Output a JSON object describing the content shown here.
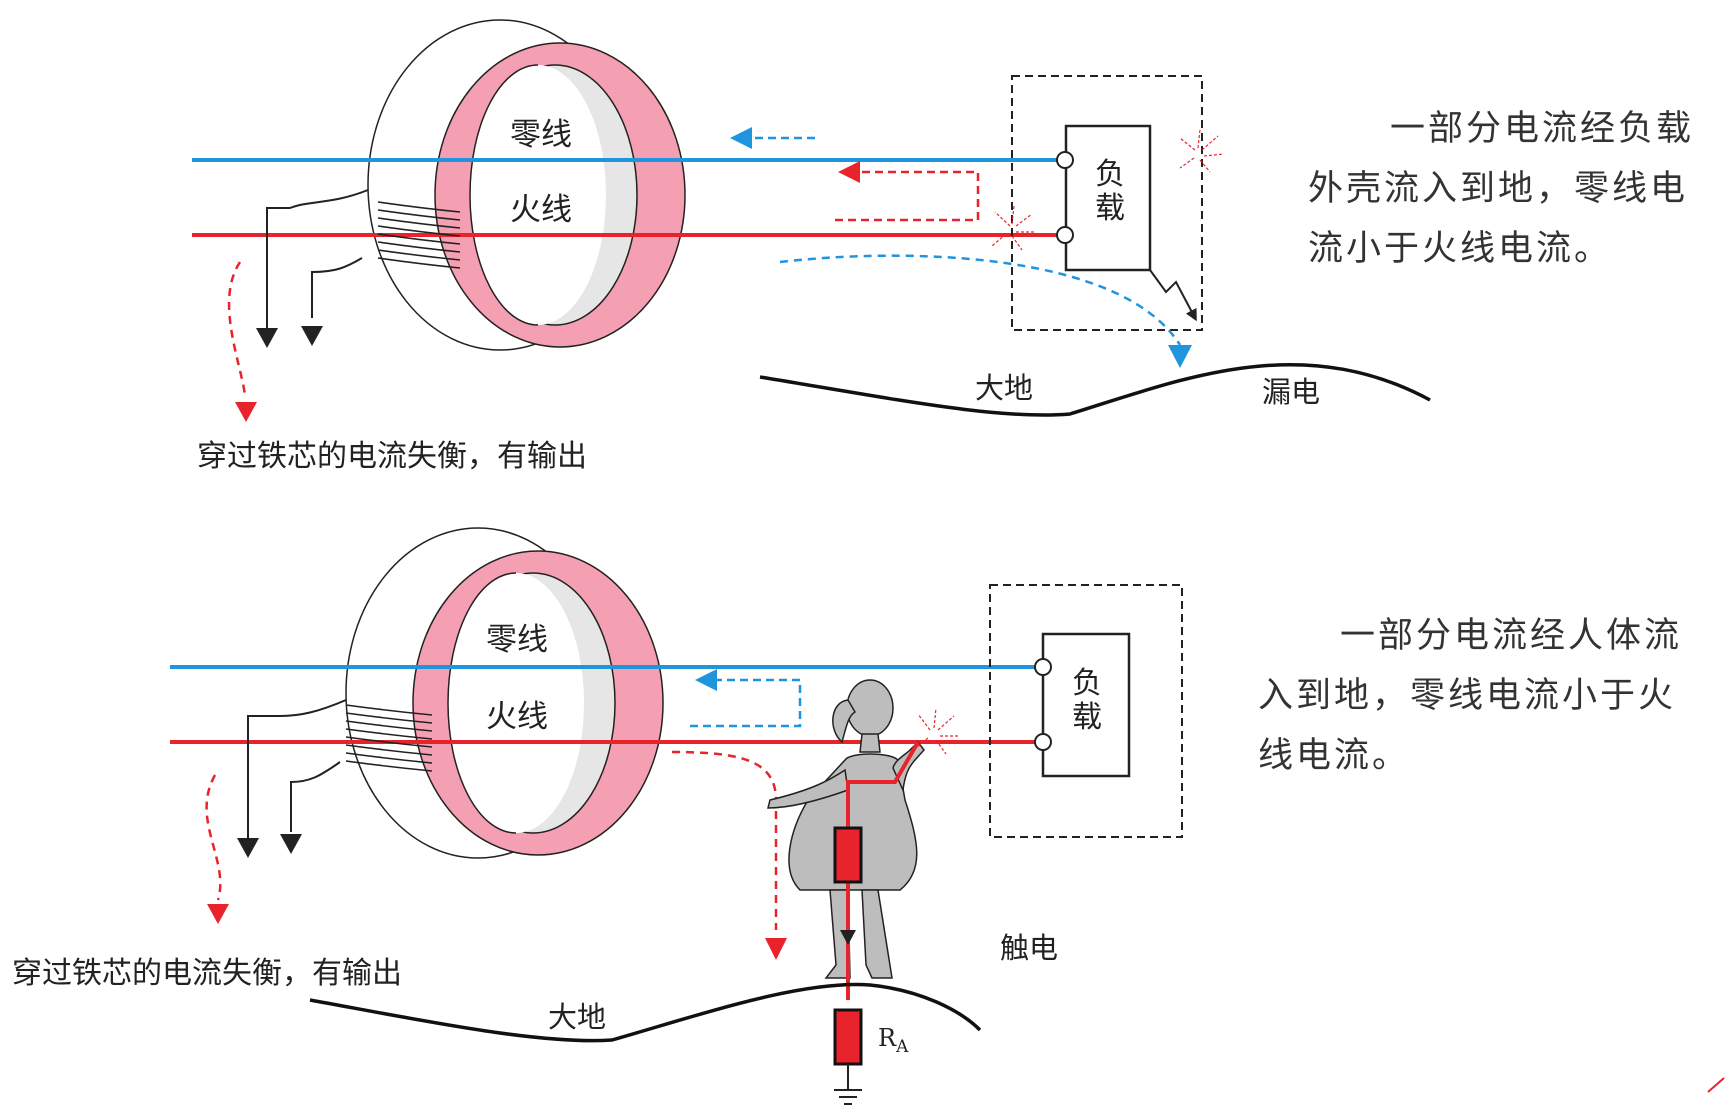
{
  "panel_top": {
    "neutral_label": "零线",
    "live_label": "火线",
    "load_label_1": "负",
    "load_label_2": "载",
    "ground_label": "大地",
    "leak_label": "漏电",
    "output_label": "穿过铁芯的电流失衡，有输出",
    "caption": "一部分电流经负载外壳流入到地，零线电流小于火线电流。"
  },
  "panel_bottom": {
    "neutral_label": "零线",
    "live_label": "火线",
    "load_label_1": "负",
    "load_label_2": "载",
    "ground_label": "大地",
    "shock_label": "触电",
    "resistor_label_main": "R",
    "resistor_label_sub": "A",
    "output_label": "穿过铁芯的电流失衡，有输出",
    "caption": "一部分电流经人体流入到地，零线电流小于火线电流。"
  },
  "colors": {
    "neutral": "#1f95de",
    "live": "#e8232b",
    "ring_face": "#f5a0b2",
    "ring_inner": "#e6e6e6",
    "coil": "#222222"
  }
}
